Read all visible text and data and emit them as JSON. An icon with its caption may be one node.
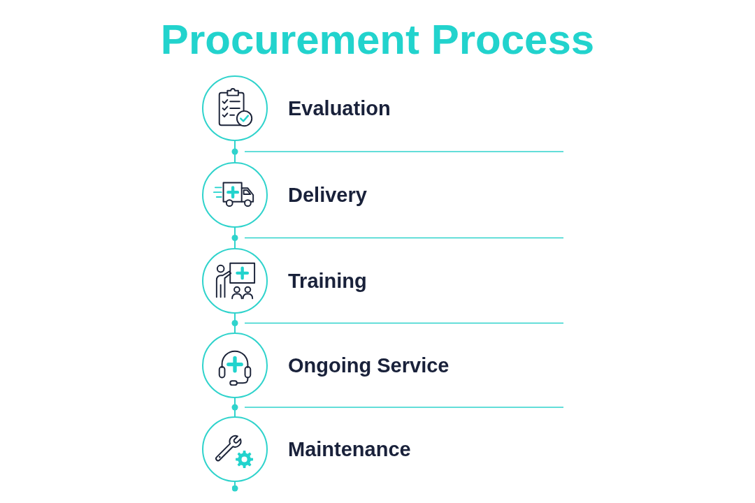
{
  "diagram": {
    "title": "Procurement Process",
    "nodes": [
      {
        "text": [],
        "shape": "circle",
        "beside": [
          "Evaluation"
        ]
      },
      {
        "text": [],
        "shape": "circle",
        "beside": [
          "Delivery"
        ]
      },
      {
        "text": [],
        "shape": "circle",
        "beside": [
          "Training"
        ]
      },
      {
        "text": [],
        "shape": "circle",
        "beside": [
          "Ongoing Service"
        ]
      },
      {
        "text": [],
        "shape": "circle",
        "beside": [
          "Maintenance"
        ]
      }
    ],
    "edges": [
      {
        "from": 0,
        "to": 1,
        "arrow": "none"
      },
      {
        "from": 1,
        "to": 2,
        "arrow": "none"
      },
      {
        "from": 2,
        "to": 3,
        "arrow": "none"
      },
      {
        "from": 3,
        "to": 4,
        "arrow": "none"
      },
      {
        "from": 4,
        "to": null,
        "arrow": "other"
      }
    ]
  }
}
